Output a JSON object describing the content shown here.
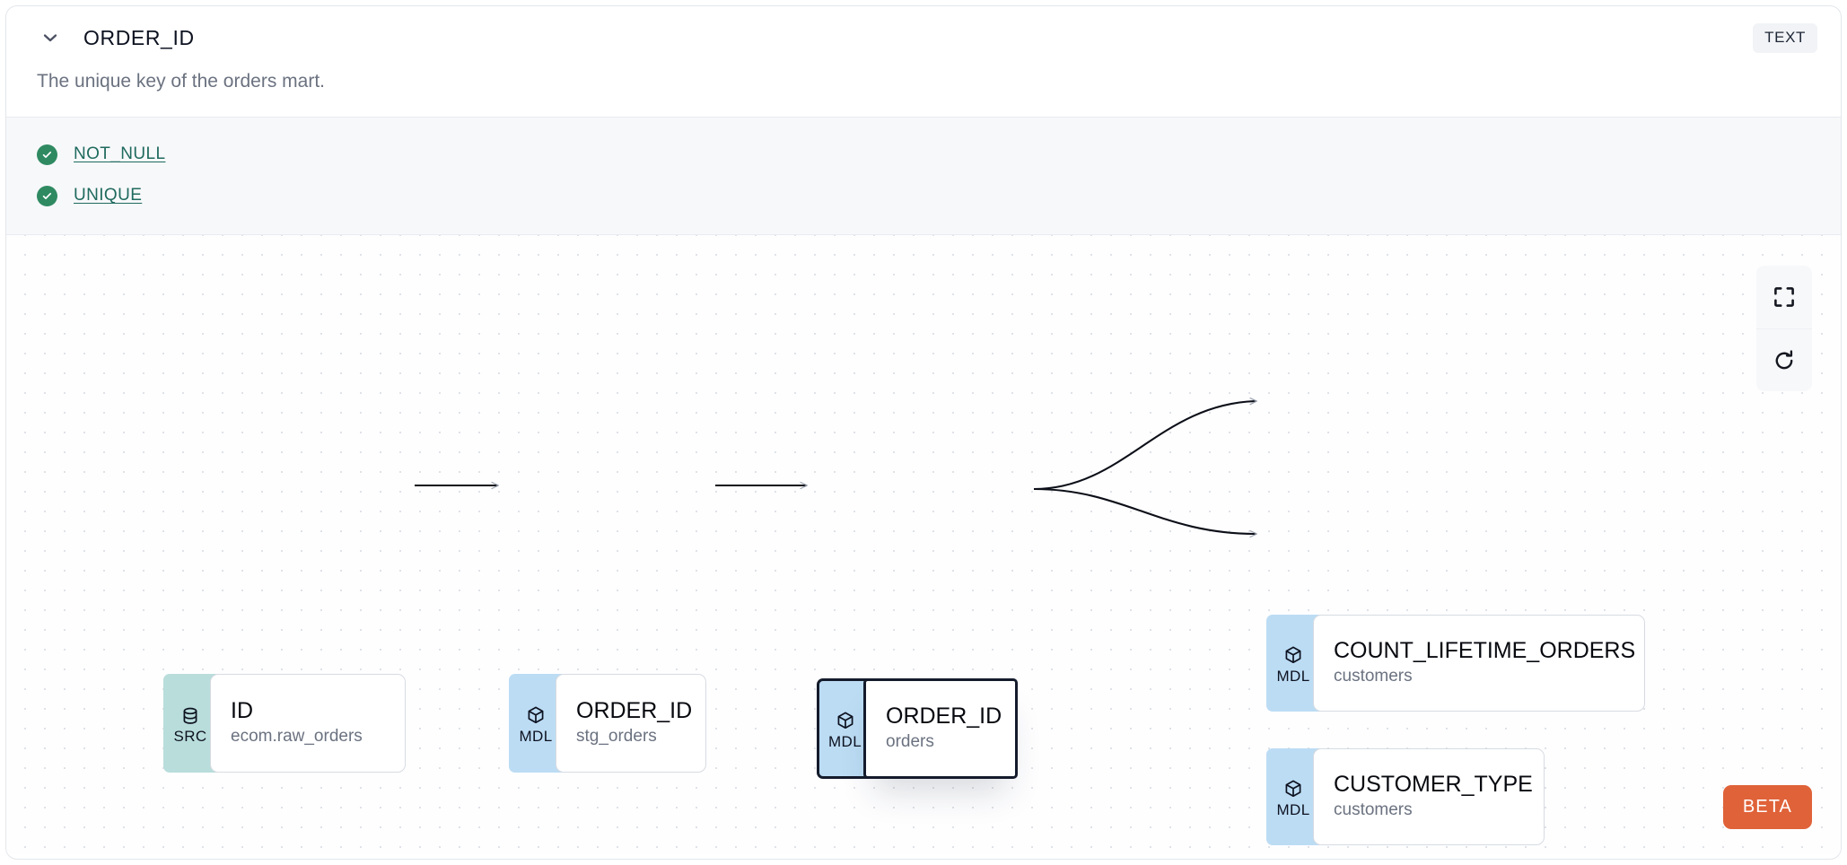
{
  "header": {
    "collapse_icon": "chevron-down-icon",
    "column_name": "ORDER_ID",
    "data_type": "TEXT"
  },
  "description": "The unique key of the orders mart.",
  "tests": {
    "status_icon": "check-circle-icon",
    "items": [
      {
        "label": "NOT_NULL",
        "status": "pass"
      },
      {
        "label": "UNIQUE",
        "status": "pass"
      }
    ]
  },
  "lineage": {
    "nodes": [
      {
        "id": "src",
        "badge": "SRC",
        "badge_icon": "database-icon",
        "name": "ID",
        "model": "ecom.raw_orders",
        "selected": false
      },
      {
        "id": "stg",
        "badge": "MDL",
        "badge_icon": "cube-icon",
        "name": "ORDER_ID",
        "model": "stg_orders",
        "selected": false
      },
      {
        "id": "orders",
        "badge": "MDL",
        "badge_icon": "cube-icon",
        "name": "ORDER_ID",
        "model": "orders",
        "selected": true
      },
      {
        "id": "count",
        "badge": "MDL",
        "badge_icon": "cube-icon",
        "name": "COUNT_LIFETIME_ORDERS",
        "model": "customers",
        "selected": false
      },
      {
        "id": "custtype",
        "badge": "MDL",
        "badge_icon": "cube-icon",
        "name": "CUSTOMER_TYPE",
        "model": "customers",
        "selected": false
      }
    ],
    "edges": [
      {
        "from": "src",
        "to": "stg",
        "style": "straight"
      },
      {
        "from": "stg",
        "to": "orders",
        "style": "straight"
      },
      {
        "from": "orders",
        "to": "count",
        "style": "bezier"
      },
      {
        "from": "orders",
        "to": "custtype",
        "style": "bezier"
      }
    ],
    "controls": [
      {
        "name": "fit-view",
        "icon": "fullscreen-icon"
      },
      {
        "name": "refresh",
        "icon": "refresh-icon"
      }
    ],
    "beta_label": "BETA"
  },
  "colors": {
    "src_badge": "#b9dddb",
    "mdl_badge": "#bcdcf4",
    "test_pass": "#2f8a62",
    "test_link": "#1f6a5e",
    "beta": "#e06239",
    "selected_border": "#141b2b"
  }
}
